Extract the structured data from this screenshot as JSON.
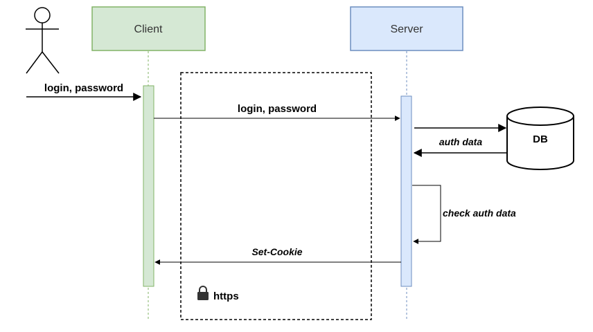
{
  "participants": {
    "client": {
      "label": "Client",
      "fill": "#d5e8d4",
      "stroke": "#82b366"
    },
    "server": {
      "label": "Server",
      "fill": "#dae8fc",
      "stroke": "#6c8ebf"
    },
    "db": {
      "label": "DB"
    }
  },
  "messages": {
    "actor_to_client": "login, password",
    "client_to_server": "login, password",
    "server_to_db": "",
    "db_to_server": "auth data",
    "self_check": "check auth data",
    "server_to_client": "Set-Cookie"
  },
  "secure_zone": {
    "label": "https",
    "icon": "lock-icon"
  }
}
